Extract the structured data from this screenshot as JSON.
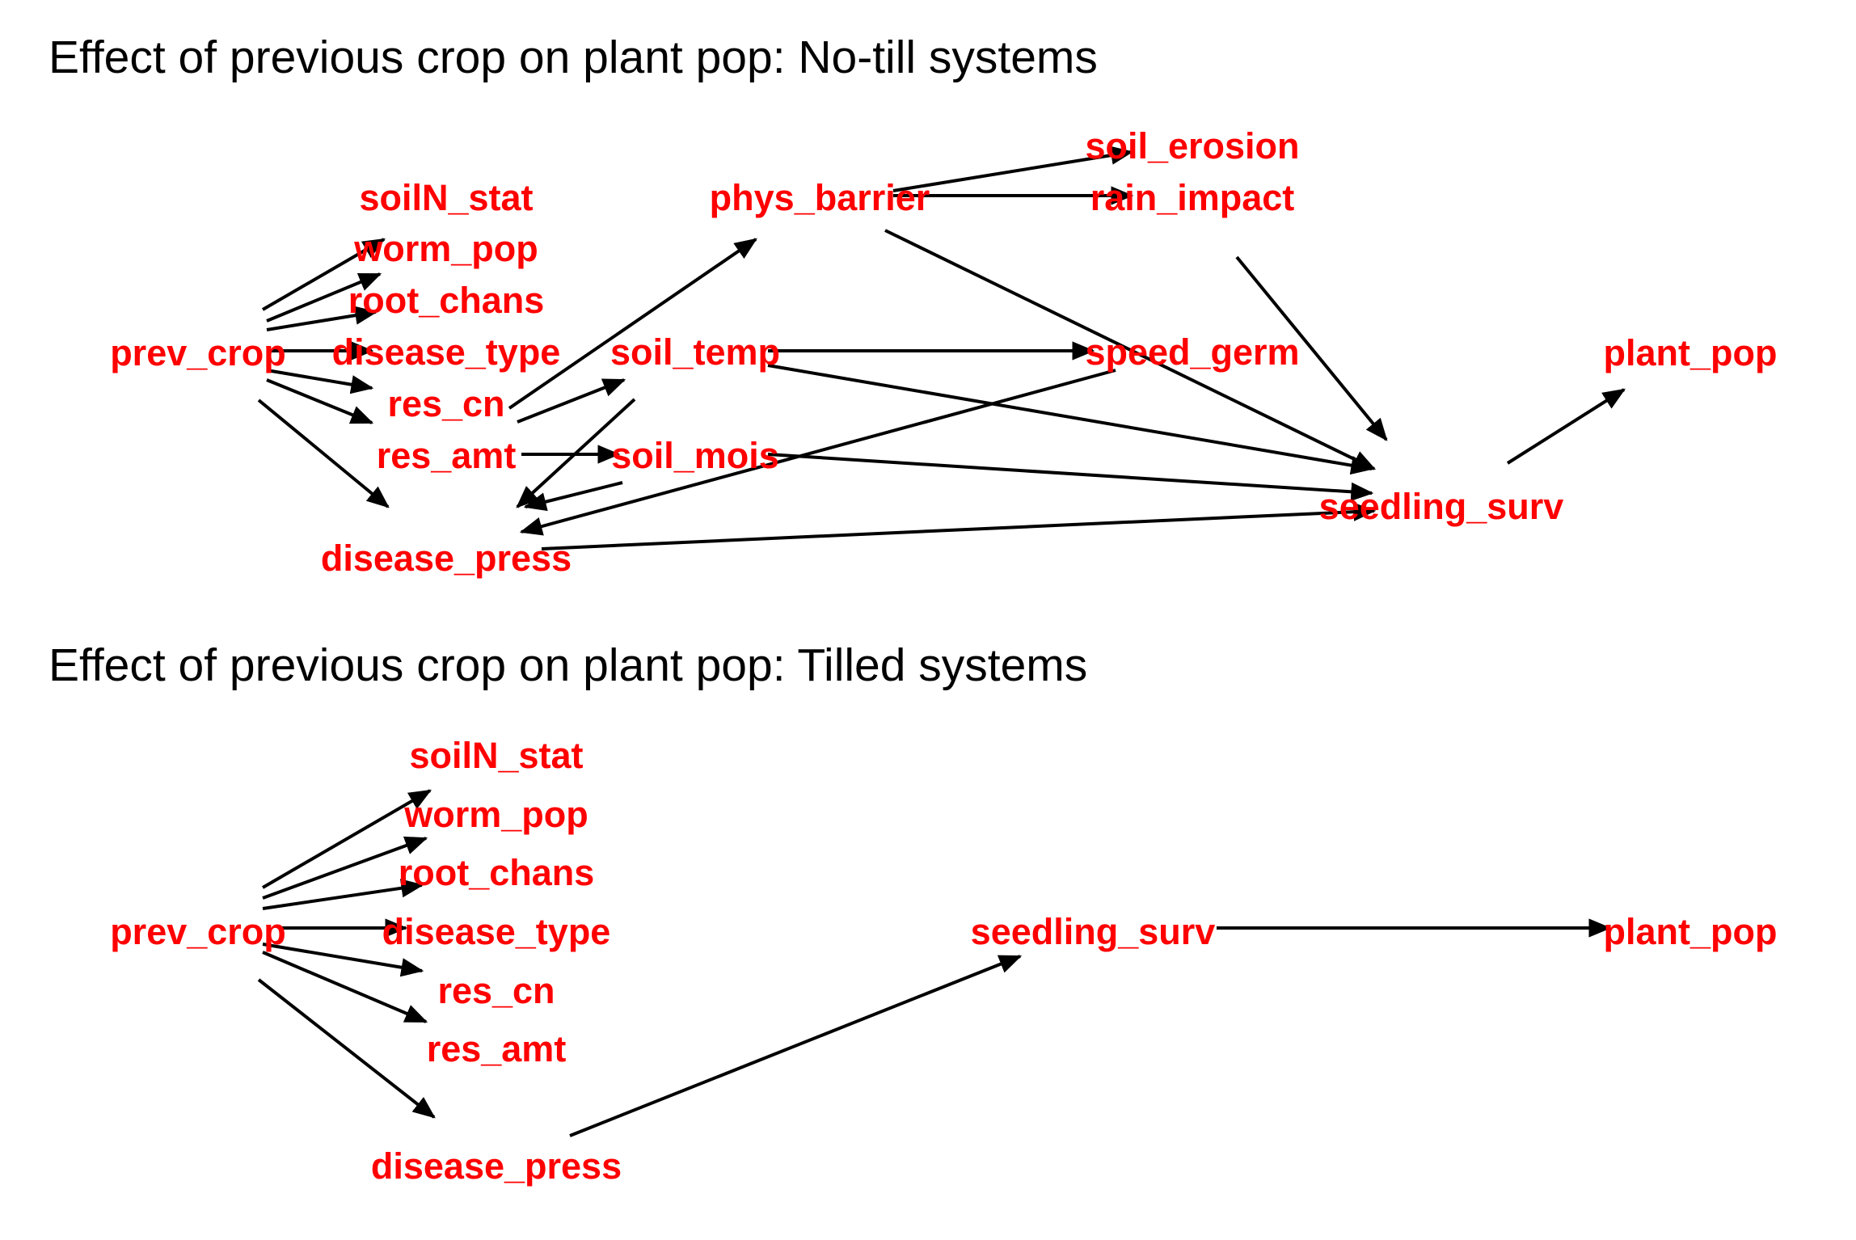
{
  "colors": {
    "node_text": "#ff0000",
    "edge": "#000000",
    "title": "#000000",
    "background": "#ffffff"
  },
  "diagrams": [
    {
      "id": "notill",
      "title": "Effect of previous crop on plant pop: No-till systems",
      "nodes": [
        {
          "id": "prev_crop",
          "label": "prev_crop"
        },
        {
          "id": "soilN_stat",
          "label": "soilN_stat"
        },
        {
          "id": "worm_pop",
          "label": "worm_pop"
        },
        {
          "id": "root_chans",
          "label": "root_chans"
        },
        {
          "id": "disease_type",
          "label": "disease_type"
        },
        {
          "id": "res_cn",
          "label": "res_cn"
        },
        {
          "id": "res_amt",
          "label": "res_amt"
        },
        {
          "id": "disease_press",
          "label": "disease_press"
        },
        {
          "id": "soil_temp",
          "label": "soil_temp"
        },
        {
          "id": "soil_mois",
          "label": "soil_mois"
        },
        {
          "id": "phys_barrier",
          "label": "phys_barrier"
        },
        {
          "id": "soil_erosion",
          "label": "soil_erosion"
        },
        {
          "id": "rain_impact",
          "label": "rain_impact"
        },
        {
          "id": "speed_germ",
          "label": "speed_germ"
        },
        {
          "id": "seedling_surv",
          "label": "seedling_surv"
        },
        {
          "id": "plant_pop",
          "label": "plant_pop"
        }
      ],
      "edges": [
        {
          "from": "prev_crop",
          "to": "soilN_stat"
        },
        {
          "from": "prev_crop",
          "to": "worm_pop"
        },
        {
          "from": "prev_crop",
          "to": "root_chans"
        },
        {
          "from": "prev_crop",
          "to": "disease_type"
        },
        {
          "from": "prev_crop",
          "to": "res_cn"
        },
        {
          "from": "prev_crop",
          "to": "res_amt"
        },
        {
          "from": "prev_crop",
          "to": "disease_press"
        },
        {
          "from": "res_cn",
          "to": "phys_barrier"
        },
        {
          "from": "res_cn",
          "to": "soil_temp"
        },
        {
          "from": "res_amt",
          "to": "soil_mois"
        },
        {
          "from": "soil_temp",
          "to": "disease_press"
        },
        {
          "from": "soil_temp",
          "to": "speed_germ"
        },
        {
          "from": "soil_temp",
          "to": "seedling_surv"
        },
        {
          "from": "soil_mois",
          "to": "disease_press"
        },
        {
          "from": "soil_mois",
          "to": "seedling_surv"
        },
        {
          "from": "phys_barrier",
          "to": "soil_erosion"
        },
        {
          "from": "phys_barrier",
          "to": "rain_impact"
        },
        {
          "from": "phys_barrier",
          "to": "seedling_surv"
        },
        {
          "from": "rain_impact",
          "to": "seedling_surv"
        },
        {
          "from": "speed_germ",
          "to": "disease_press"
        },
        {
          "from": "disease_press",
          "to": "seedling_surv"
        },
        {
          "from": "seedling_surv",
          "to": "plant_pop"
        }
      ]
    },
    {
      "id": "tilled",
      "title": "Effect of previous crop on plant pop: Tilled systems",
      "nodes": [
        {
          "id": "prev_crop",
          "label": "prev_crop"
        },
        {
          "id": "soilN_stat",
          "label": "soilN_stat"
        },
        {
          "id": "worm_pop",
          "label": "worm_pop"
        },
        {
          "id": "root_chans",
          "label": "root_chans"
        },
        {
          "id": "disease_type",
          "label": "disease_type"
        },
        {
          "id": "res_cn",
          "label": "res_cn"
        },
        {
          "id": "res_amt",
          "label": "res_amt"
        },
        {
          "id": "disease_press",
          "label": "disease_press"
        },
        {
          "id": "seedling_surv",
          "label": "seedling_surv"
        },
        {
          "id": "plant_pop",
          "label": "plant_pop"
        }
      ],
      "edges": [
        {
          "from": "prev_crop",
          "to": "soilN_stat"
        },
        {
          "from": "prev_crop",
          "to": "worm_pop"
        },
        {
          "from": "prev_crop",
          "to": "root_chans"
        },
        {
          "from": "prev_crop",
          "to": "disease_type"
        },
        {
          "from": "prev_crop",
          "to": "res_cn"
        },
        {
          "from": "prev_crop",
          "to": "res_amt"
        },
        {
          "from": "prev_crop",
          "to": "disease_press"
        },
        {
          "from": "disease_press",
          "to": "seedling_surv"
        },
        {
          "from": "seedling_surv",
          "to": "plant_pop"
        }
      ]
    }
  ]
}
